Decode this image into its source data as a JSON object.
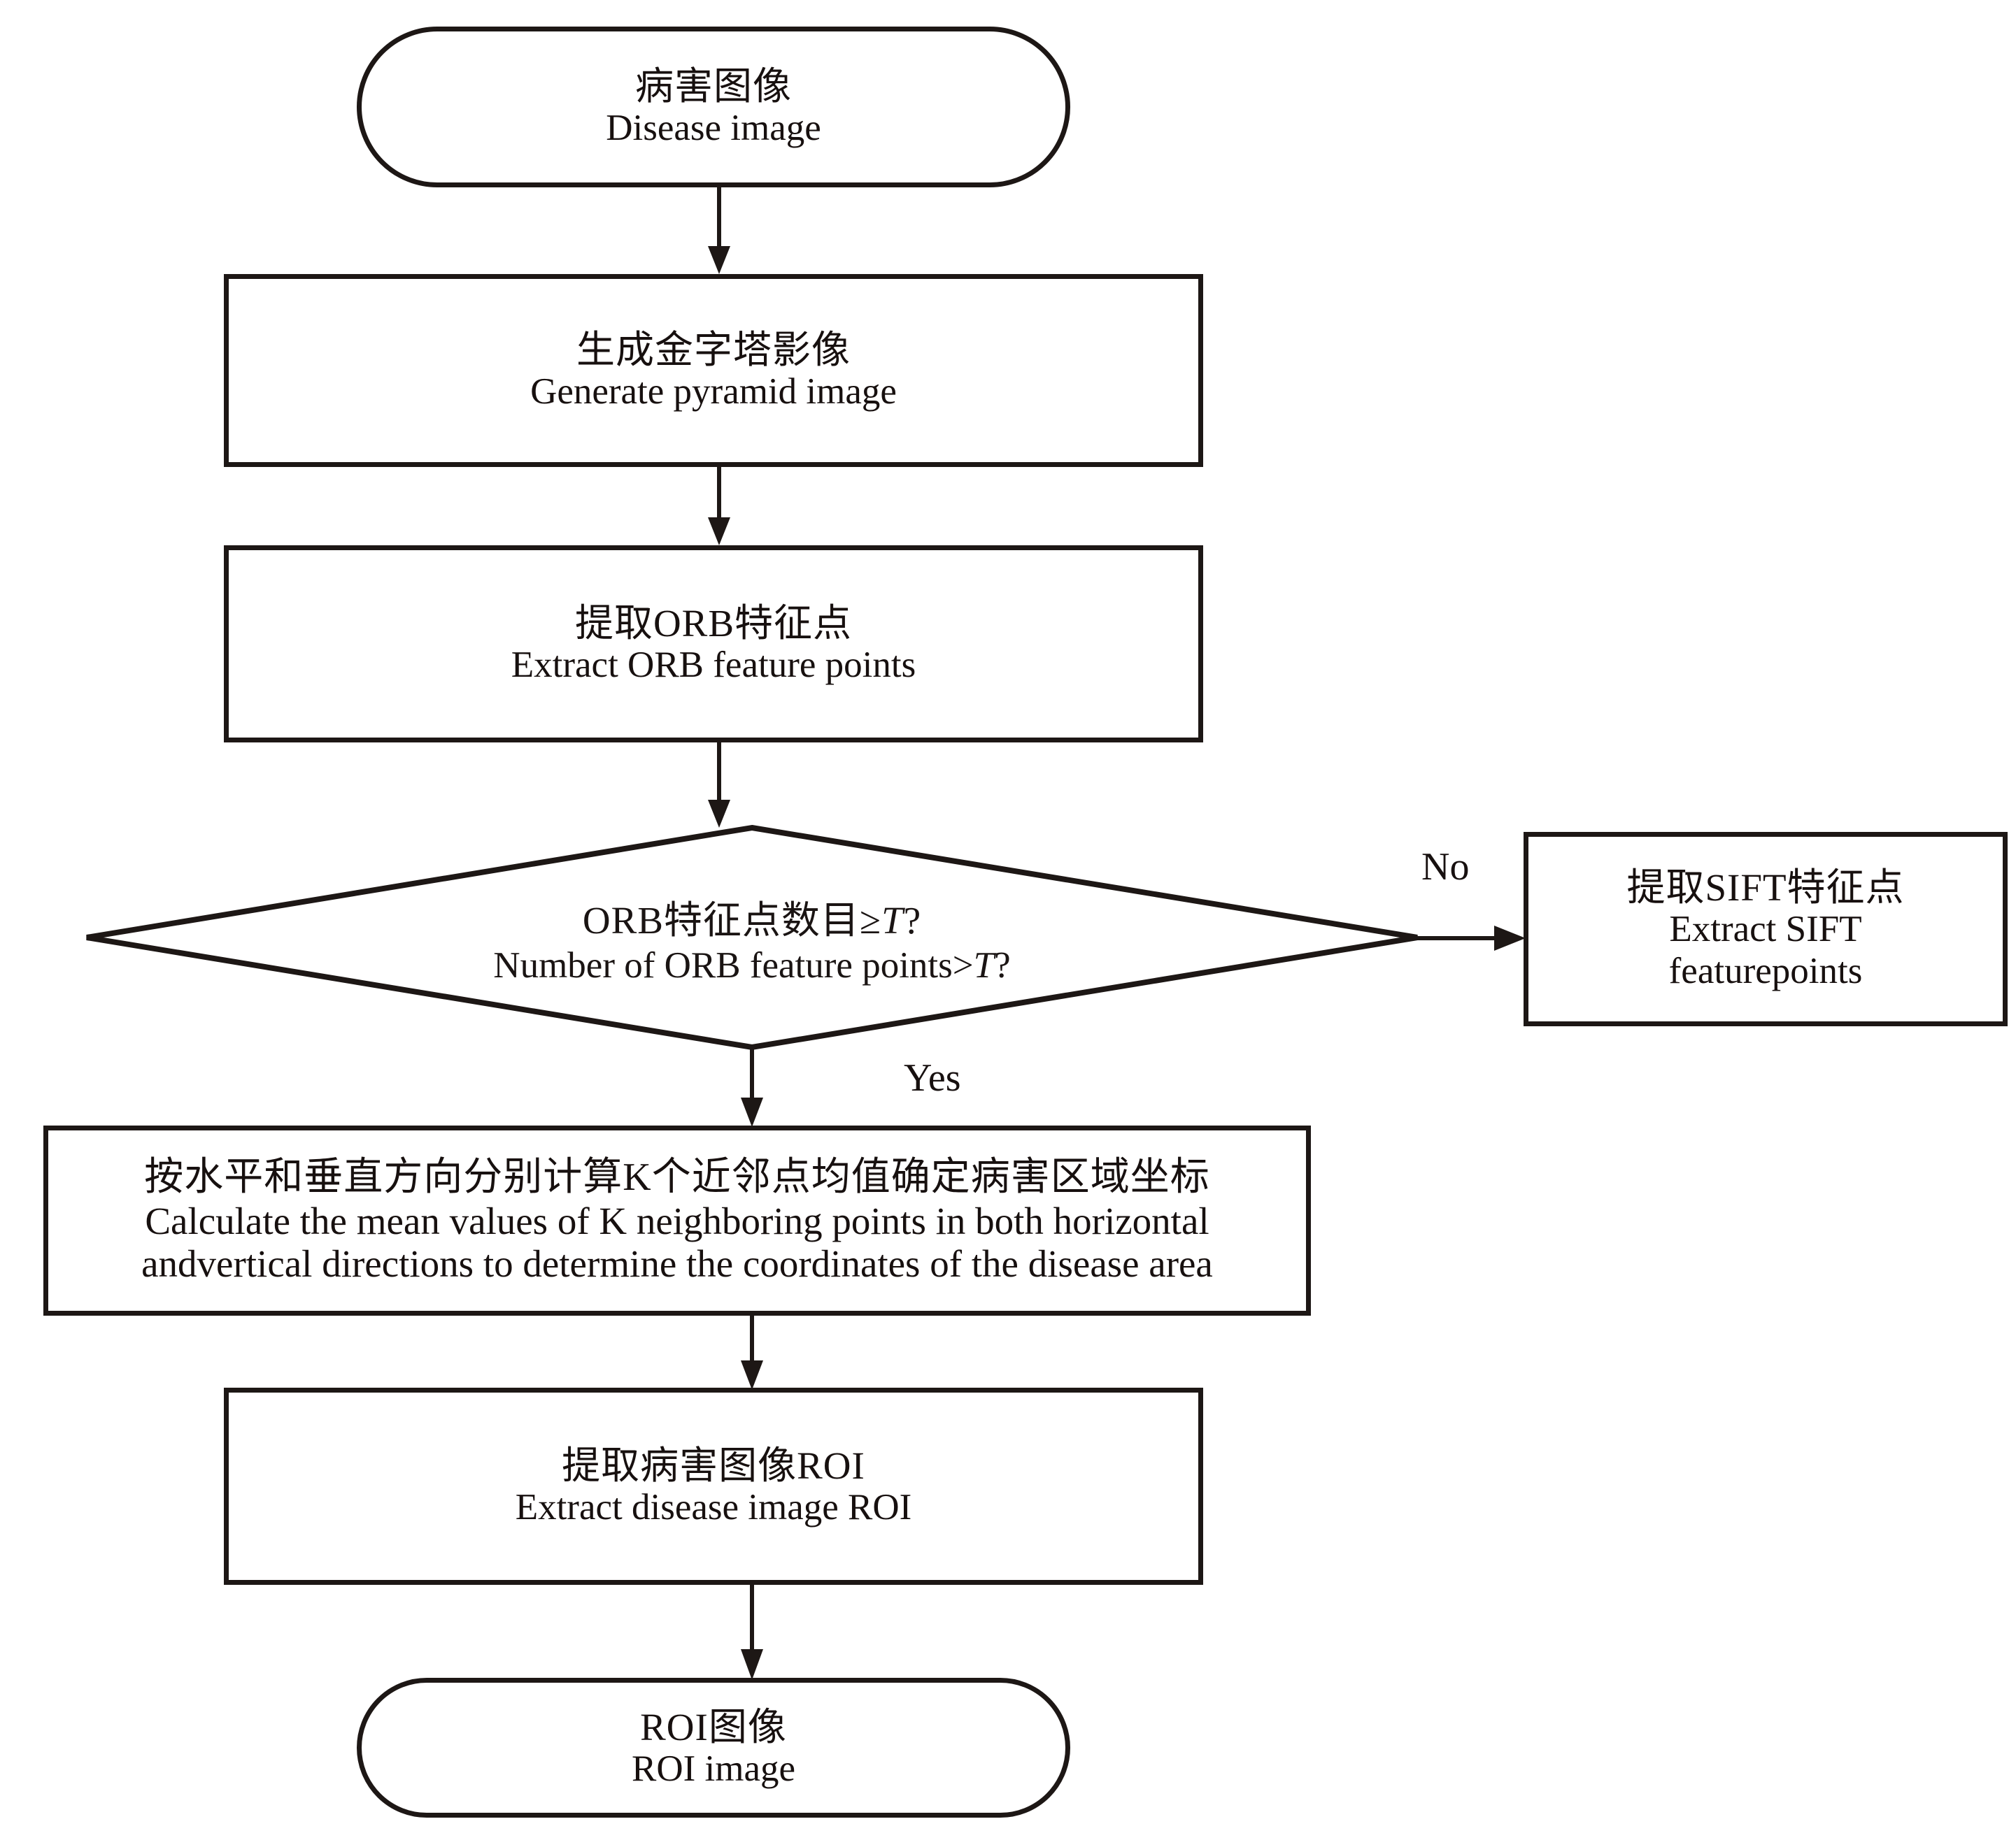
{
  "diagram": {
    "title": "ORB/SIFT disease image ROI extraction flowchart",
    "stroke_color": "#1d1715",
    "background_color": "#ffffff",
    "nodes": [
      {
        "id": "start",
        "shape": "terminal",
        "cn": "病害图像",
        "en": "Disease image"
      },
      {
        "id": "pyramid",
        "shape": "process",
        "cn": "生成金字塔影像",
        "en": "Generate pyramid image"
      },
      {
        "id": "orb",
        "shape": "process",
        "cn": "提取ORB特征点",
        "en": "Extract ORB feature points"
      },
      {
        "id": "decision",
        "shape": "decision",
        "cn_pre": "ORB特征点数目≥",
        "cn_var": "T",
        "cn_post": "?",
        "en_pre": "Number of ORB feature points>",
        "en_var": "T",
        "en_post": "?"
      },
      {
        "id": "sift",
        "shape": "process",
        "cn": "提取SIFT特征点",
        "en_line1": "Extract SIFT",
        "en_line2": "featurepoints"
      },
      {
        "id": "mean",
        "shape": "process",
        "cn": "按水平和垂直方向分别计算K个近邻点均值确定病害区域坐标",
        "en_line1": "Calculate the mean values of K neighboring points in both horizontal",
        "en_line2": "andvertical directions to determine the coordinates of the disease area"
      },
      {
        "id": "roi",
        "shape": "process",
        "cn": "提取病害图像ROI",
        "en": "Extract disease image ROI"
      },
      {
        "id": "end",
        "shape": "terminal",
        "cn": "ROI图像",
        "en": "ROI image"
      }
    ],
    "edge_labels": {
      "no": "No",
      "yes": "Yes"
    }
  }
}
